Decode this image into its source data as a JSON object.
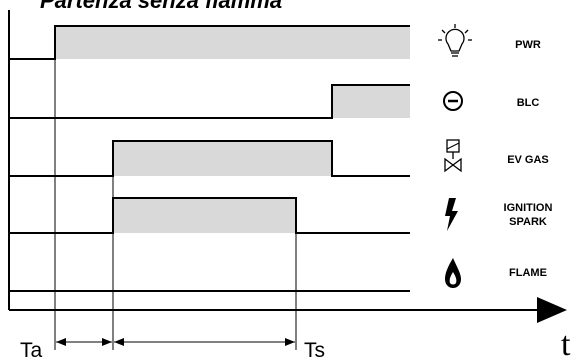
{
  "title": "Partenza senza fiamma",
  "signals": [
    {
      "label_lines": [
        "PWR"
      ],
      "icon": "lightbulb-icon"
    },
    {
      "label_lines": [
        "BLC"
      ],
      "icon": "lockout-icon"
    },
    {
      "label_lines": [
        "EV GAS"
      ],
      "icon": "gas-valve-icon"
    },
    {
      "label_lines": [
        "IGNITION",
        "SPARK"
      ],
      "icon": "spark-icon"
    },
    {
      "label_lines": [
        "FLAME"
      ],
      "icon": "flame-icon"
    }
  ],
  "time_labels": {
    "ta": "Ta",
    "ts": "Ts"
  },
  "axis_label": "t",
  "colors": {
    "active_fill": "#d9d9d9",
    "line": "#000000",
    "background": "#ffffff"
  }
}
